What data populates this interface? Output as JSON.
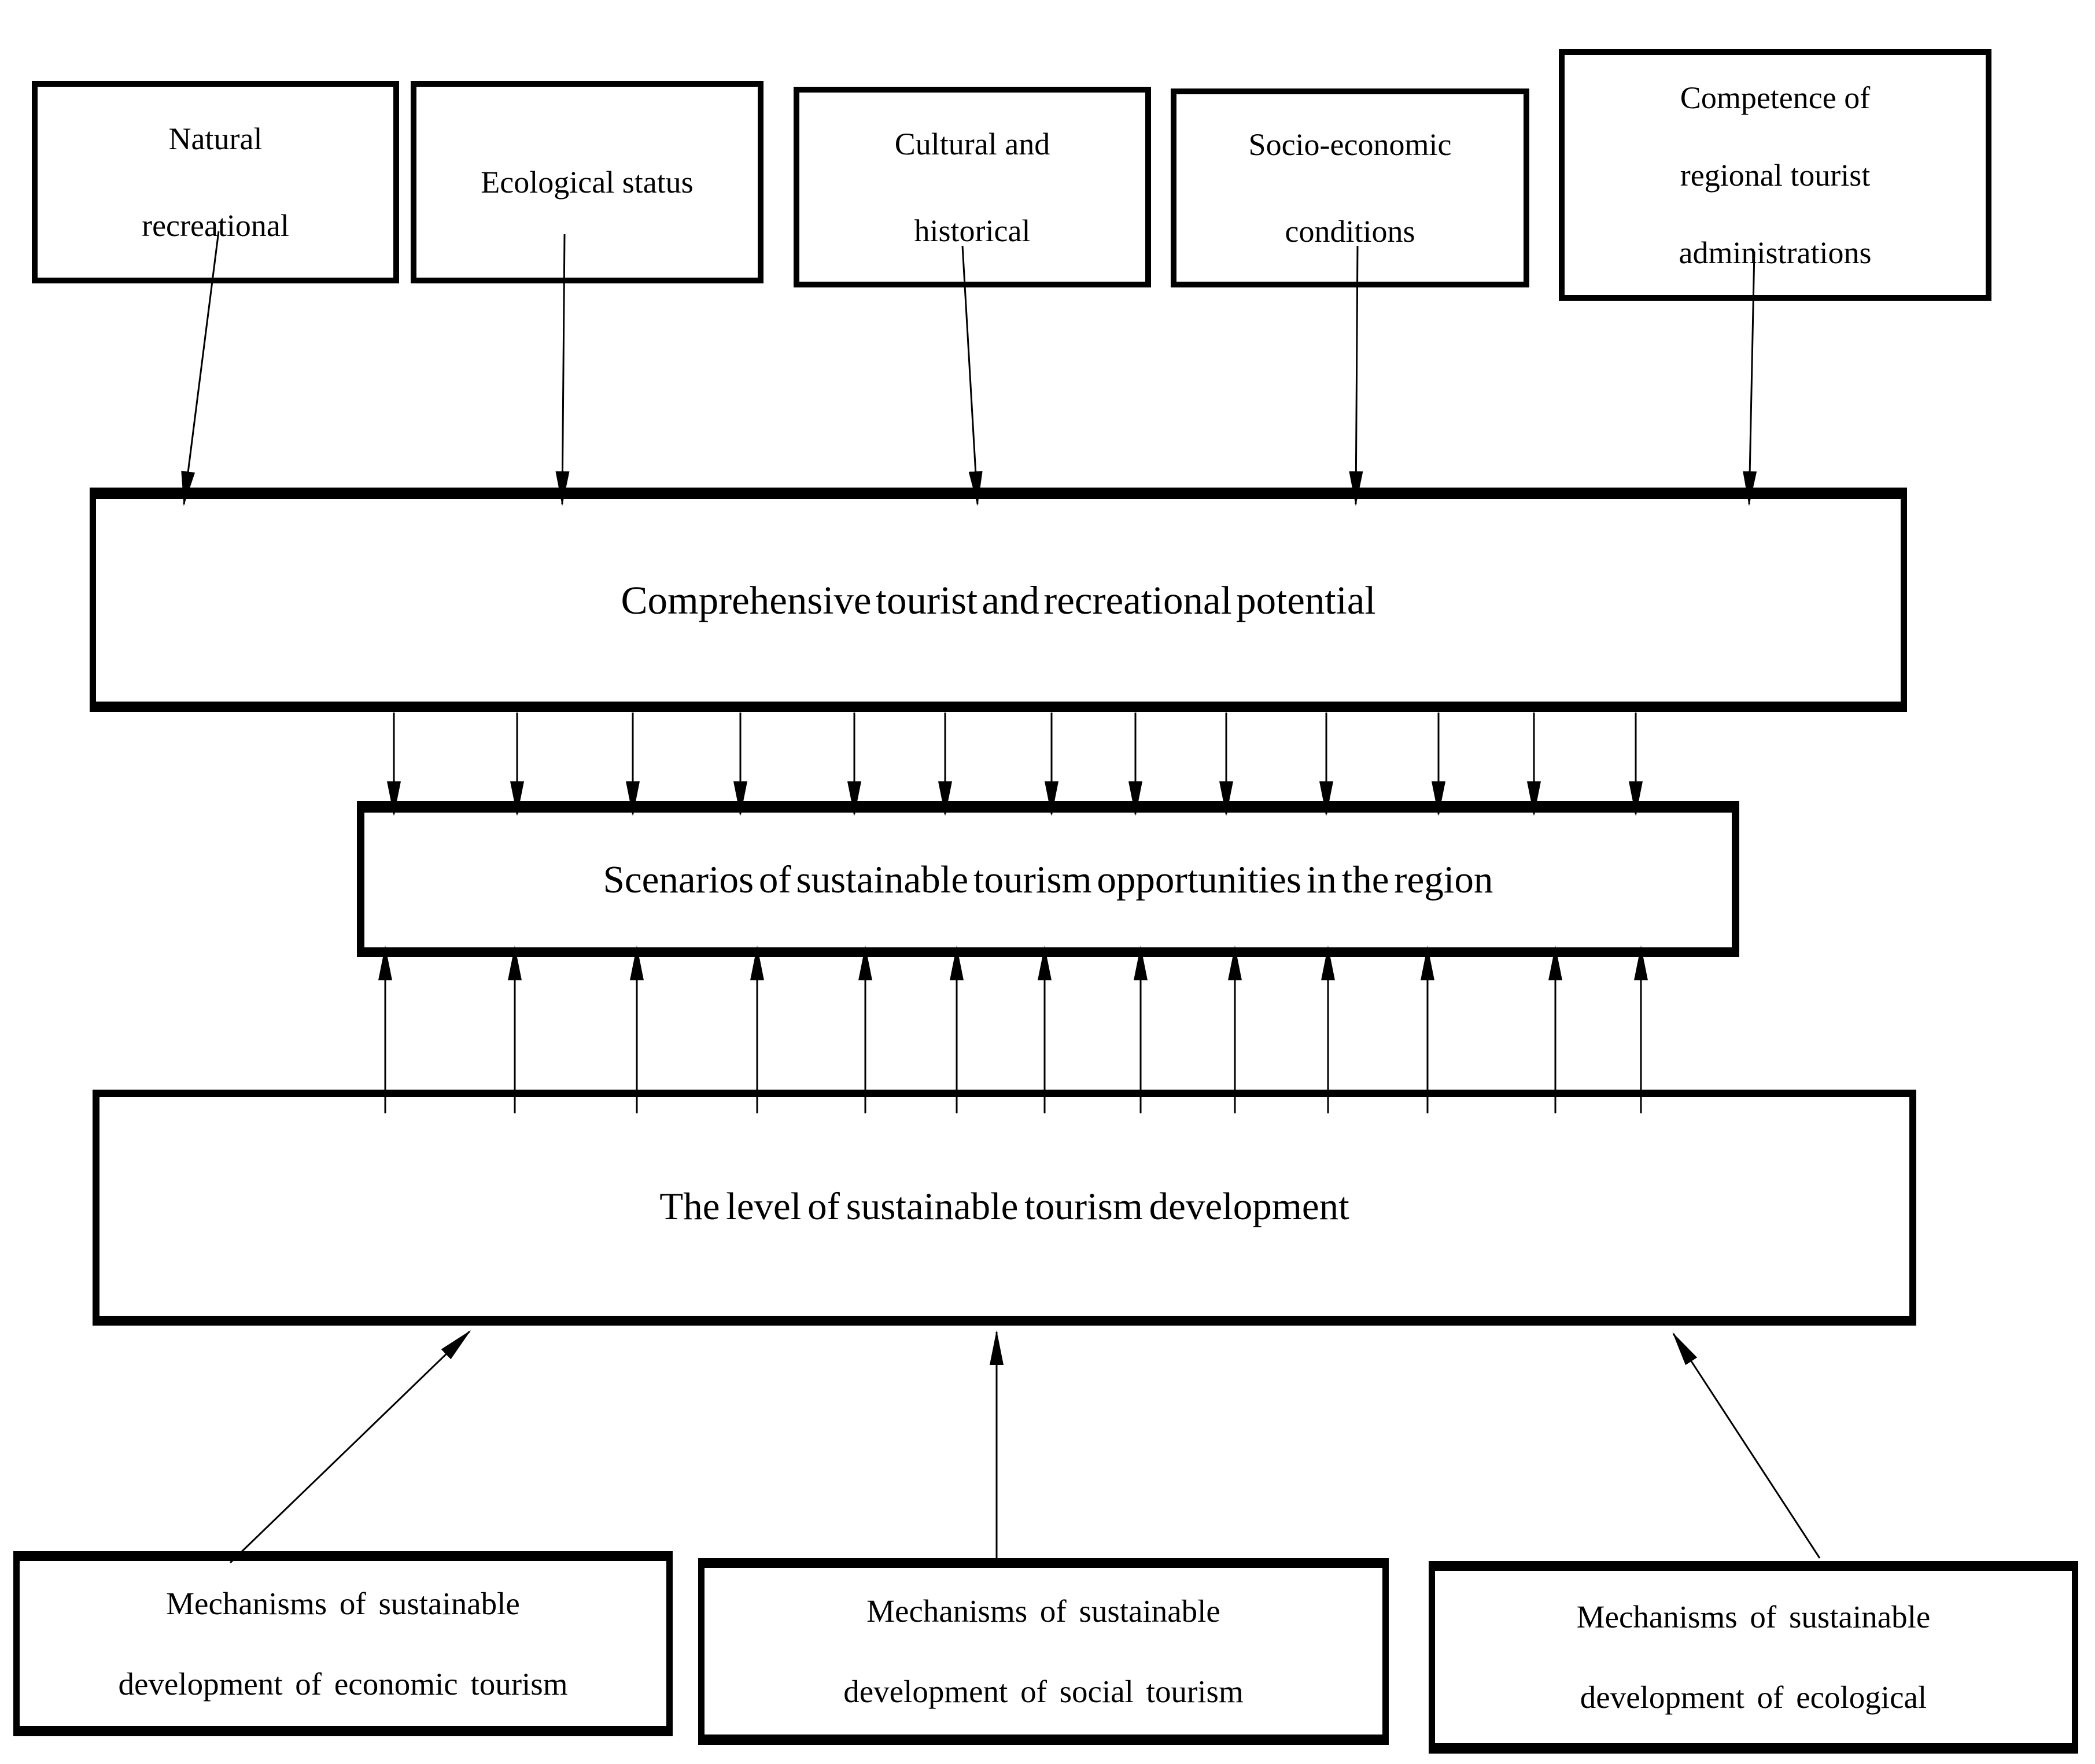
{
  "colors": {
    "ink": "#000000",
    "background": "#ffffff"
  },
  "factors": [
    {
      "lines": [
        "Natural",
        "recreational"
      ]
    },
    {
      "lines": [
        "Ecological status"
      ]
    },
    {
      "lines": [
        "Cultural and",
        "historical"
      ]
    },
    {
      "lines": [
        "Socio-economic",
        "conditions"
      ]
    },
    {
      "lines": [
        "Competence of",
        "regional tourist",
        "administrations"
      ]
    }
  ],
  "potential": {
    "label": "Comprehensive tourist and recreational potential"
  },
  "scenarios": {
    "label": "Scenarios of sustainable tourism opportunities in the region"
  },
  "level": {
    "label": "The level of sustainable tourism development"
  },
  "mechanisms": [
    {
      "lines": [
        "Mechanisms of sustainable",
        "development of economic tourism"
      ]
    },
    {
      "lines": [
        "Mechanisms of sustainable",
        "development of social tourism"
      ]
    },
    {
      "lines": [
        "Mechanisms of sustainable",
        "development of ecological"
      ]
    }
  ]
}
